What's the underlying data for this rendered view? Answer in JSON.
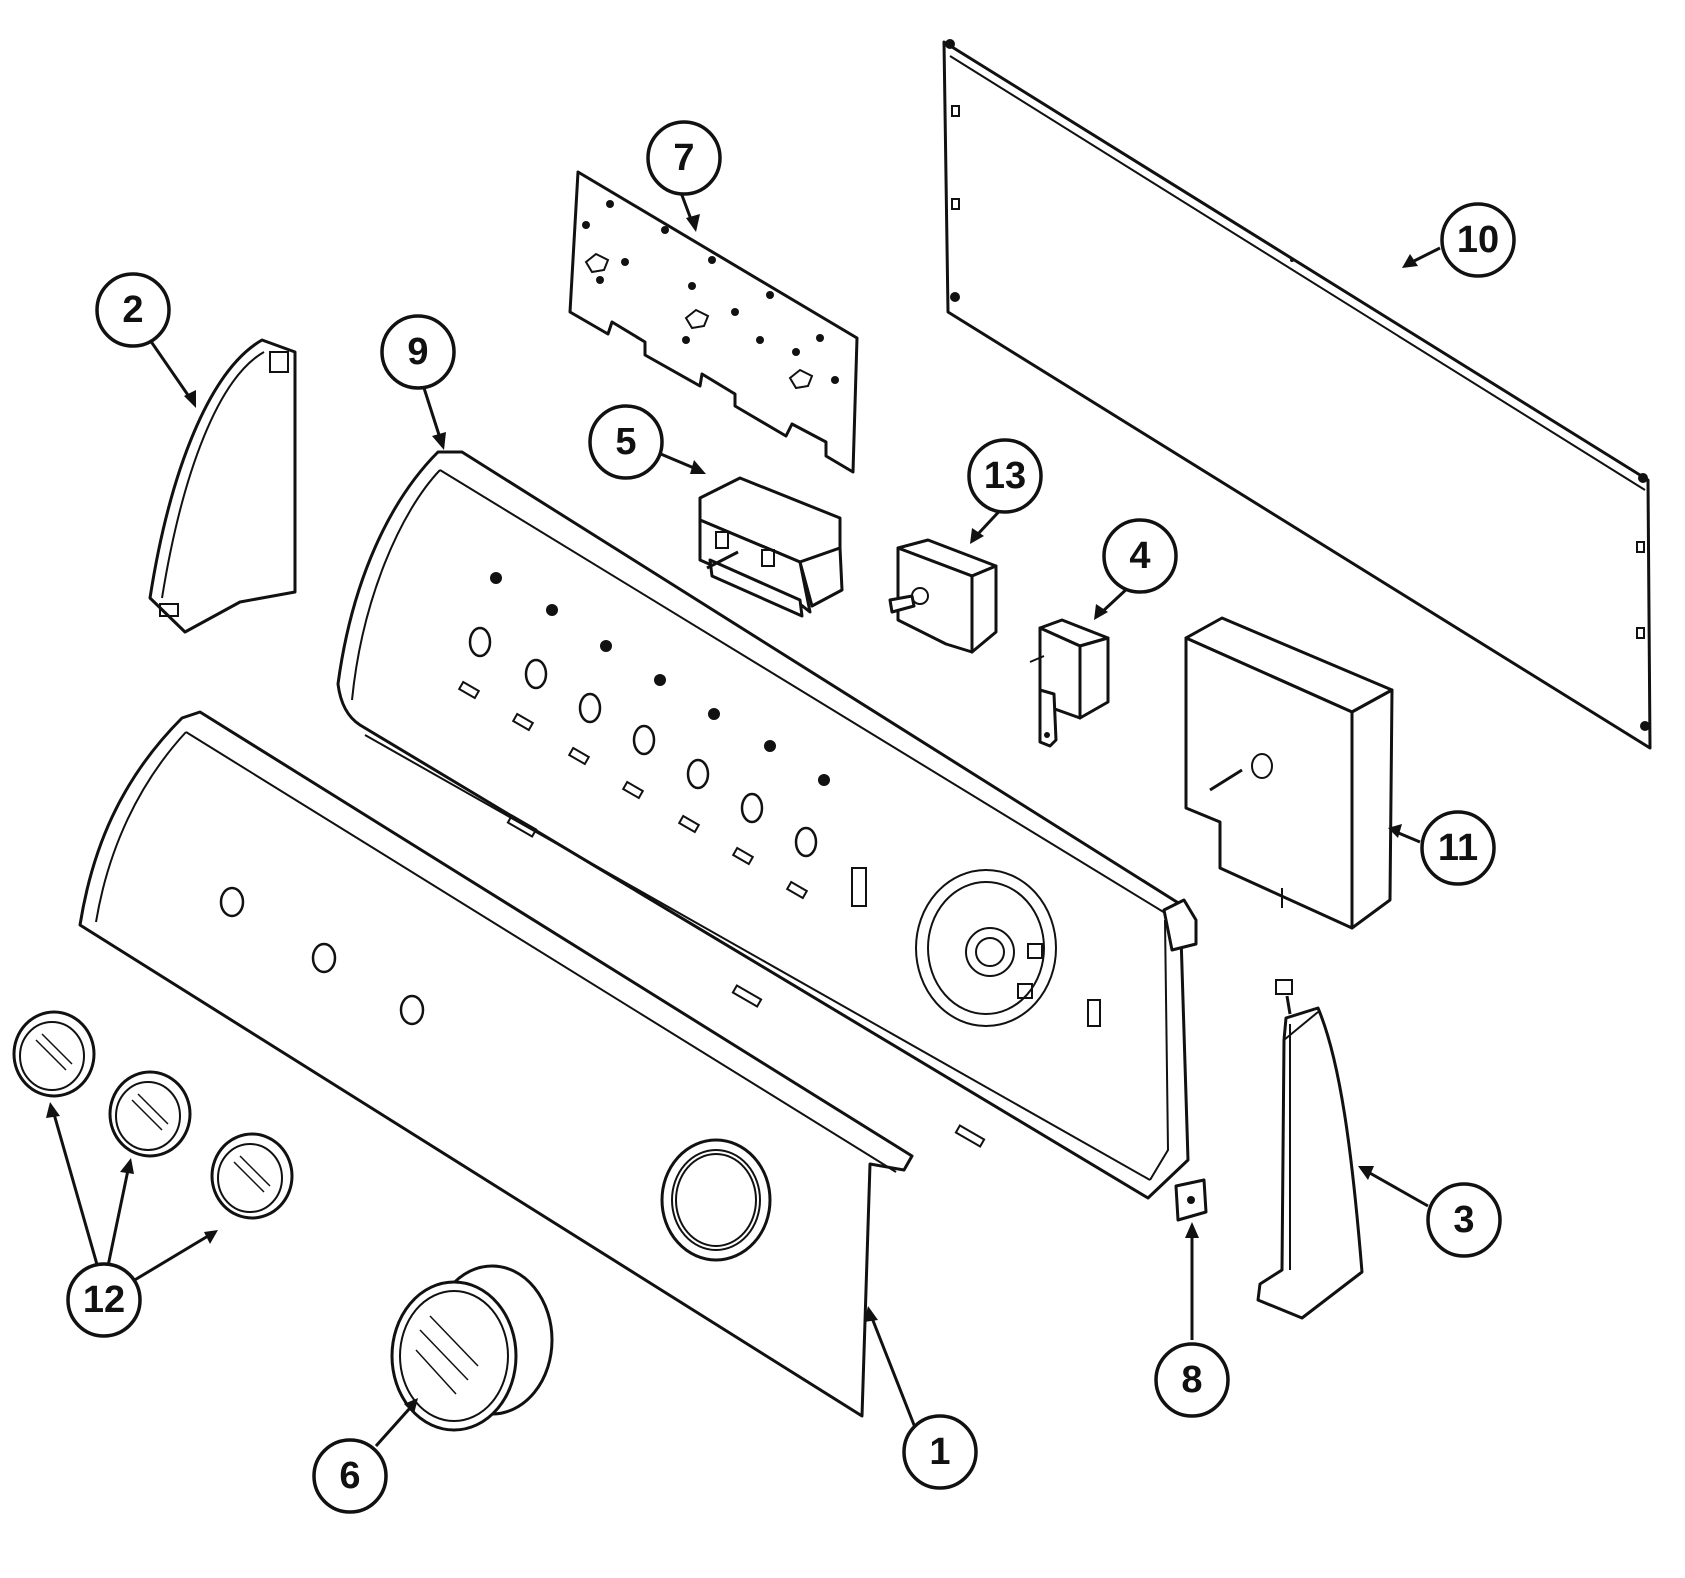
{
  "callouts": [
    {
      "id": "1",
      "label": "1"
    },
    {
      "id": "2",
      "label": "2"
    },
    {
      "id": "3",
      "label": "3"
    },
    {
      "id": "4",
      "label": "4"
    },
    {
      "id": "5",
      "label": "5"
    },
    {
      "id": "6",
      "label": "6"
    },
    {
      "id": "7",
      "label": "7"
    },
    {
      "id": "8",
      "label": "8"
    },
    {
      "id": "9",
      "label": "9"
    },
    {
      "id": "10",
      "label": "10"
    },
    {
      "id": "11",
      "label": "11"
    },
    {
      "id": "12",
      "label": "12"
    },
    {
      "id": "13",
      "label": "13"
    }
  ],
  "colors": {
    "line": "#111111",
    "background": "#ffffff"
  }
}
